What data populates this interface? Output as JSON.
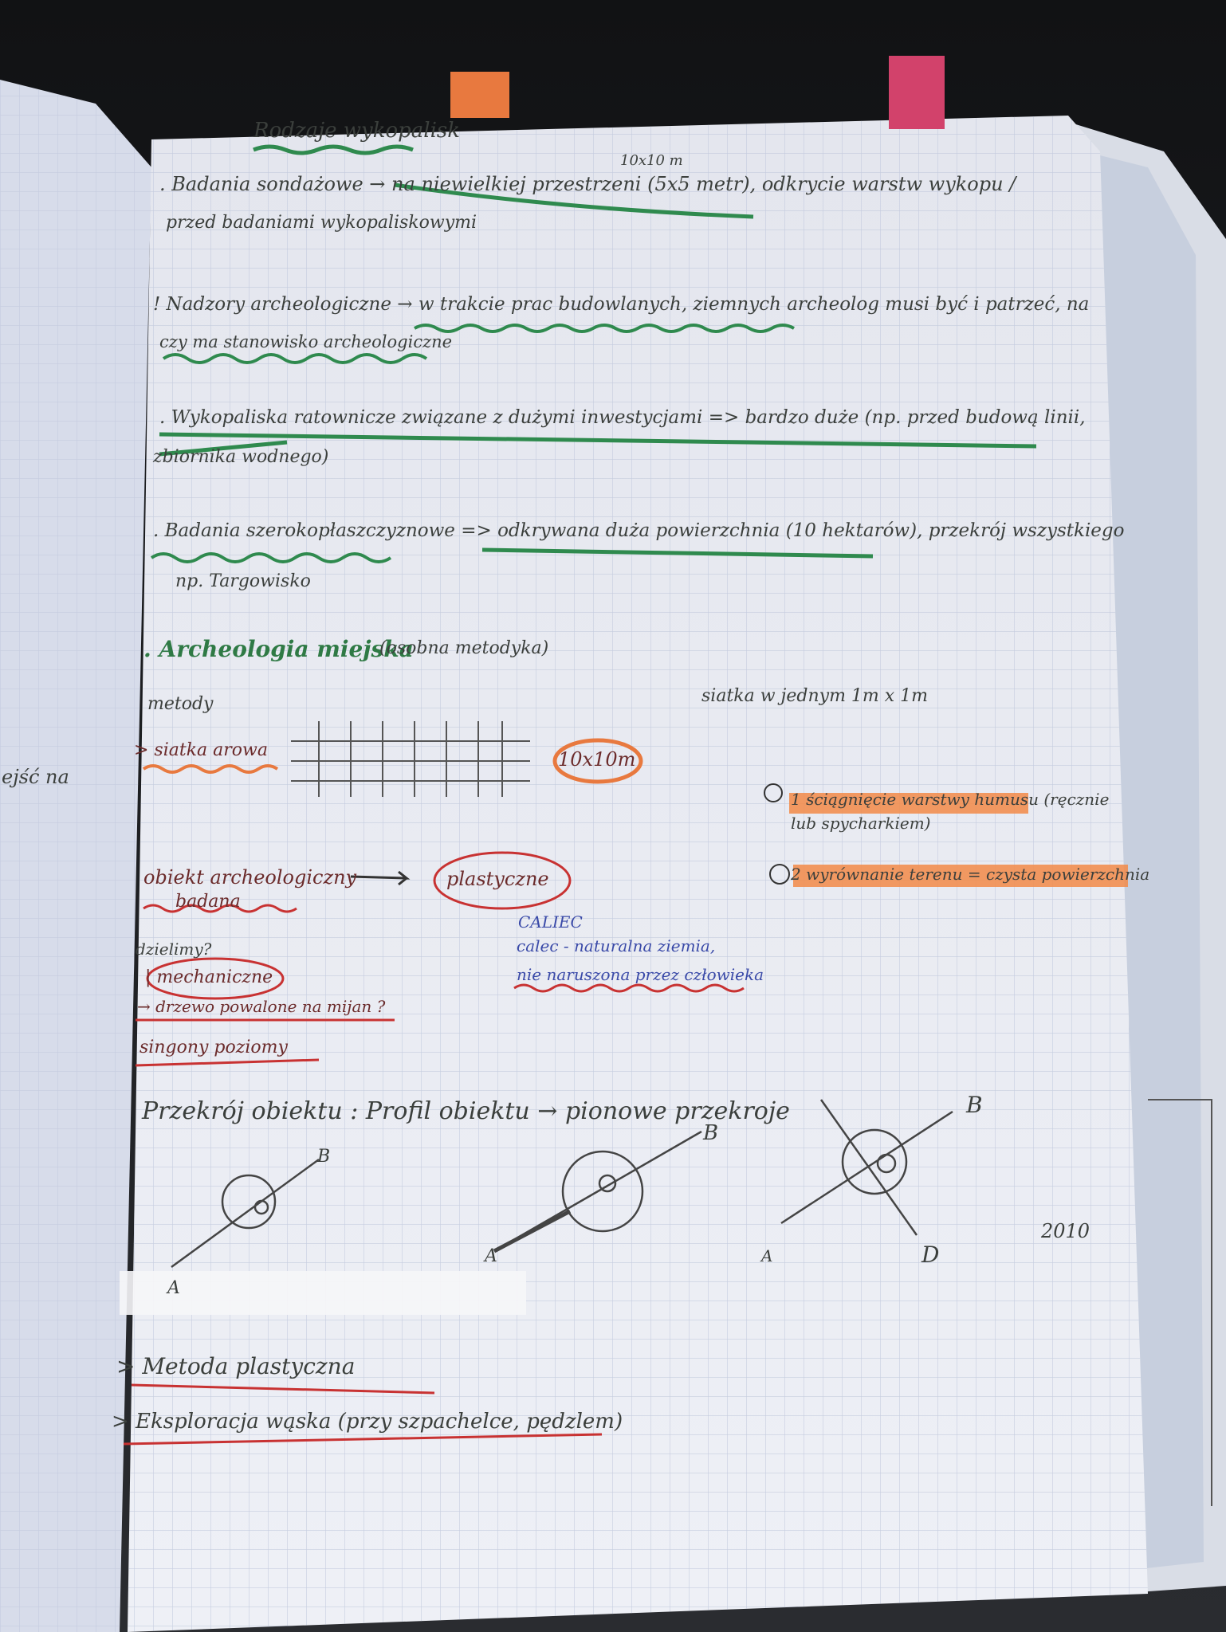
{
  "title": "Rodzaje wykopalisk",
  "lines": {
    "l1": ". Badania sondażowe → na niewielkiej przestrzeni (5x5 metr), odkrycie warstw wykopu /",
    "l1_note": "10x10 m",
    "l2": "przed badaniami wykopaliskowymi",
    "l3": "! Nadzory archeologiczne → w trakcie prac budowlanych, ziemnych archeolog musi być i patrzeć, na",
    "l4": "czy ma stanowisko archeologiczne",
    "l5": ". Wykopaliska ratownicze związane z dużymi inwestycjami => bardzo duże (np. przed budową linii,",
    "l6": "zbiornika wodnego)",
    "l7": ". Badania szerokopłaszczyznowe => odkrywana duża powierzchnia (10 hektarów), przekrój wszystkiego",
    "l8": "np. Targowisko",
    "l9_title": ". Archeologia miejska",
    "l9_note": "(osobna metodyka)",
    "metody": "metody",
    "siatka_note": "siatka w jednym 1m x 1m",
    "siatka_arowa": "> siatka arowa",
    "size_label": "10x10m",
    "step1": "1 ściągnięcie warstwy humusu (ręcznie",
    "step1b": "lub spycharkiem)",
    "step2": "2 wyrównanie terenu = czysta powierzchnia",
    "obiekt": "obiekt archeologiczny",
    "badana": "badana",
    "plastyczne": "plastyczne",
    "caliec": "CALIEC",
    "caliec1": "calec - naturalna ziemia,",
    "caliec2": "nie naruszona przez człowieka",
    "dzielimy": "dzielimy?",
    "mechaniczne": "| mechaniczne",
    "drzewo": "→ drzewo powalone na mijan ?",
    "sing": "singony poziomy",
    "przekroj": "Przekrój obiektu :  Profil obiektu → pionowe przekroje",
    "a1": "A",
    "b1": "B",
    "a2": "A",
    "b2": "B",
    "a3": "A",
    "b3": "B",
    "d3": "D",
    "num": "2010",
    "metoda": "> Metoda plastyczna",
    "eksploracja": "> Eksploracja wąska (przy szpachelce, pędzlem)",
    "left_page": "ejść na"
  }
}
